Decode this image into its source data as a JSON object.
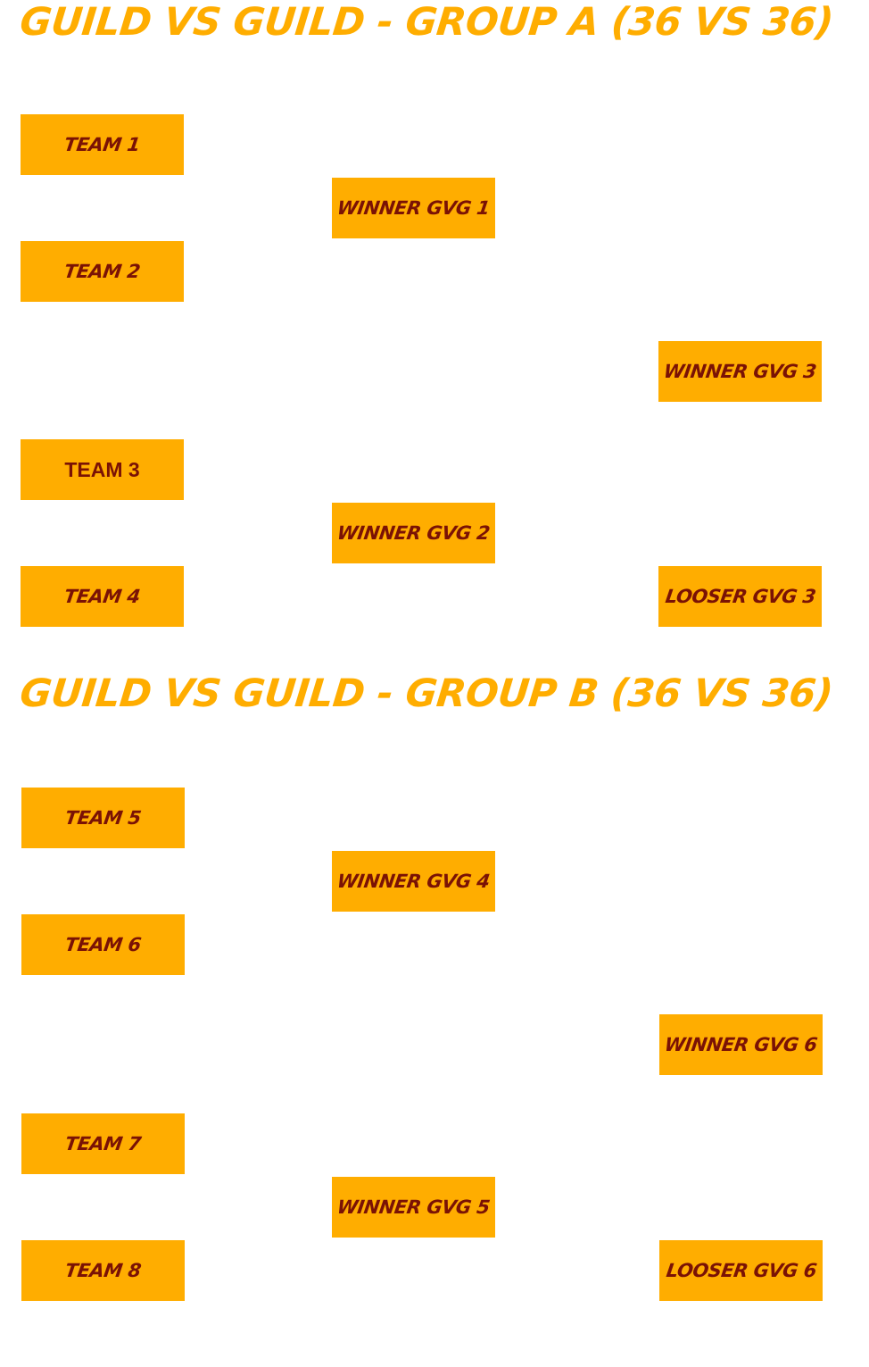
{
  "groups": [
    {
      "title": "GUILD VS GUILD - GROUP A (36 VS 36)",
      "team_1": "TEAM 1",
      "team_2": "TEAM 2",
      "team_3": "TEAM 3",
      "team_4": "TEAM 4",
      "winner_1": "WINNER GVG 1",
      "winner_2": "WINNER GVG 2",
      "final_winner": "WINNER GVG 3",
      "final_loser": "LOOSER GVG 3"
    },
    {
      "title": "GUILD VS GUILD - GROUP B (36 VS 36)",
      "team_1": "TEAM 5",
      "team_2": "TEAM 6",
      "team_3": "TEAM 7",
      "team_4": "TEAM 8",
      "winner_1": "WINNER GVG 4",
      "winner_2": "WINNER GVG 5",
      "final_winner": "WINNER GVG 6",
      "final_loser": "LOOSER GVG 6"
    }
  ],
  "colors": {
    "accent": "#ffad00",
    "label_text": "#7a1205",
    "background": "#ffffff"
  }
}
